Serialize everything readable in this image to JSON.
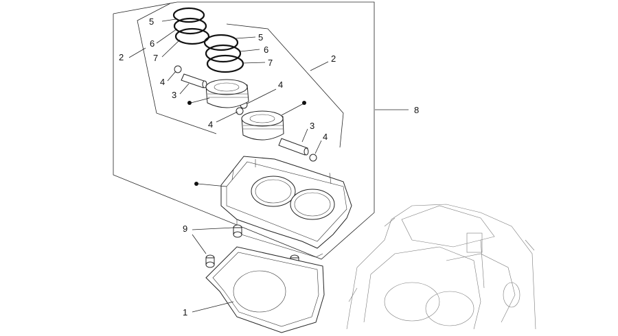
{
  "callouts": [
    {
      "id": "c5a",
      "text": "5"
    },
    {
      "id": "c6a",
      "text": "6"
    },
    {
      "id": "c7a",
      "text": "7"
    },
    {
      "id": "c2a",
      "text": "2"
    },
    {
      "id": "c4a",
      "text": "4"
    },
    {
      "id": "c3a",
      "text": "3"
    },
    {
      "id": "c5b",
      "text": "5"
    },
    {
      "id": "c6b",
      "text": "6"
    },
    {
      "id": "c7b",
      "text": "7"
    },
    {
      "id": "c2b",
      "text": "2"
    },
    {
      "id": "c4b",
      "text": "4"
    },
    {
      "id": "c4c",
      "text": "4"
    },
    {
      "id": "c3b",
      "text": "3"
    },
    {
      "id": "c4d",
      "text": "4"
    },
    {
      "id": "c8",
      "text": "8"
    },
    {
      "id": "c9",
      "text": "9"
    },
    {
      "id": "c1",
      "text": "1"
    }
  ]
}
